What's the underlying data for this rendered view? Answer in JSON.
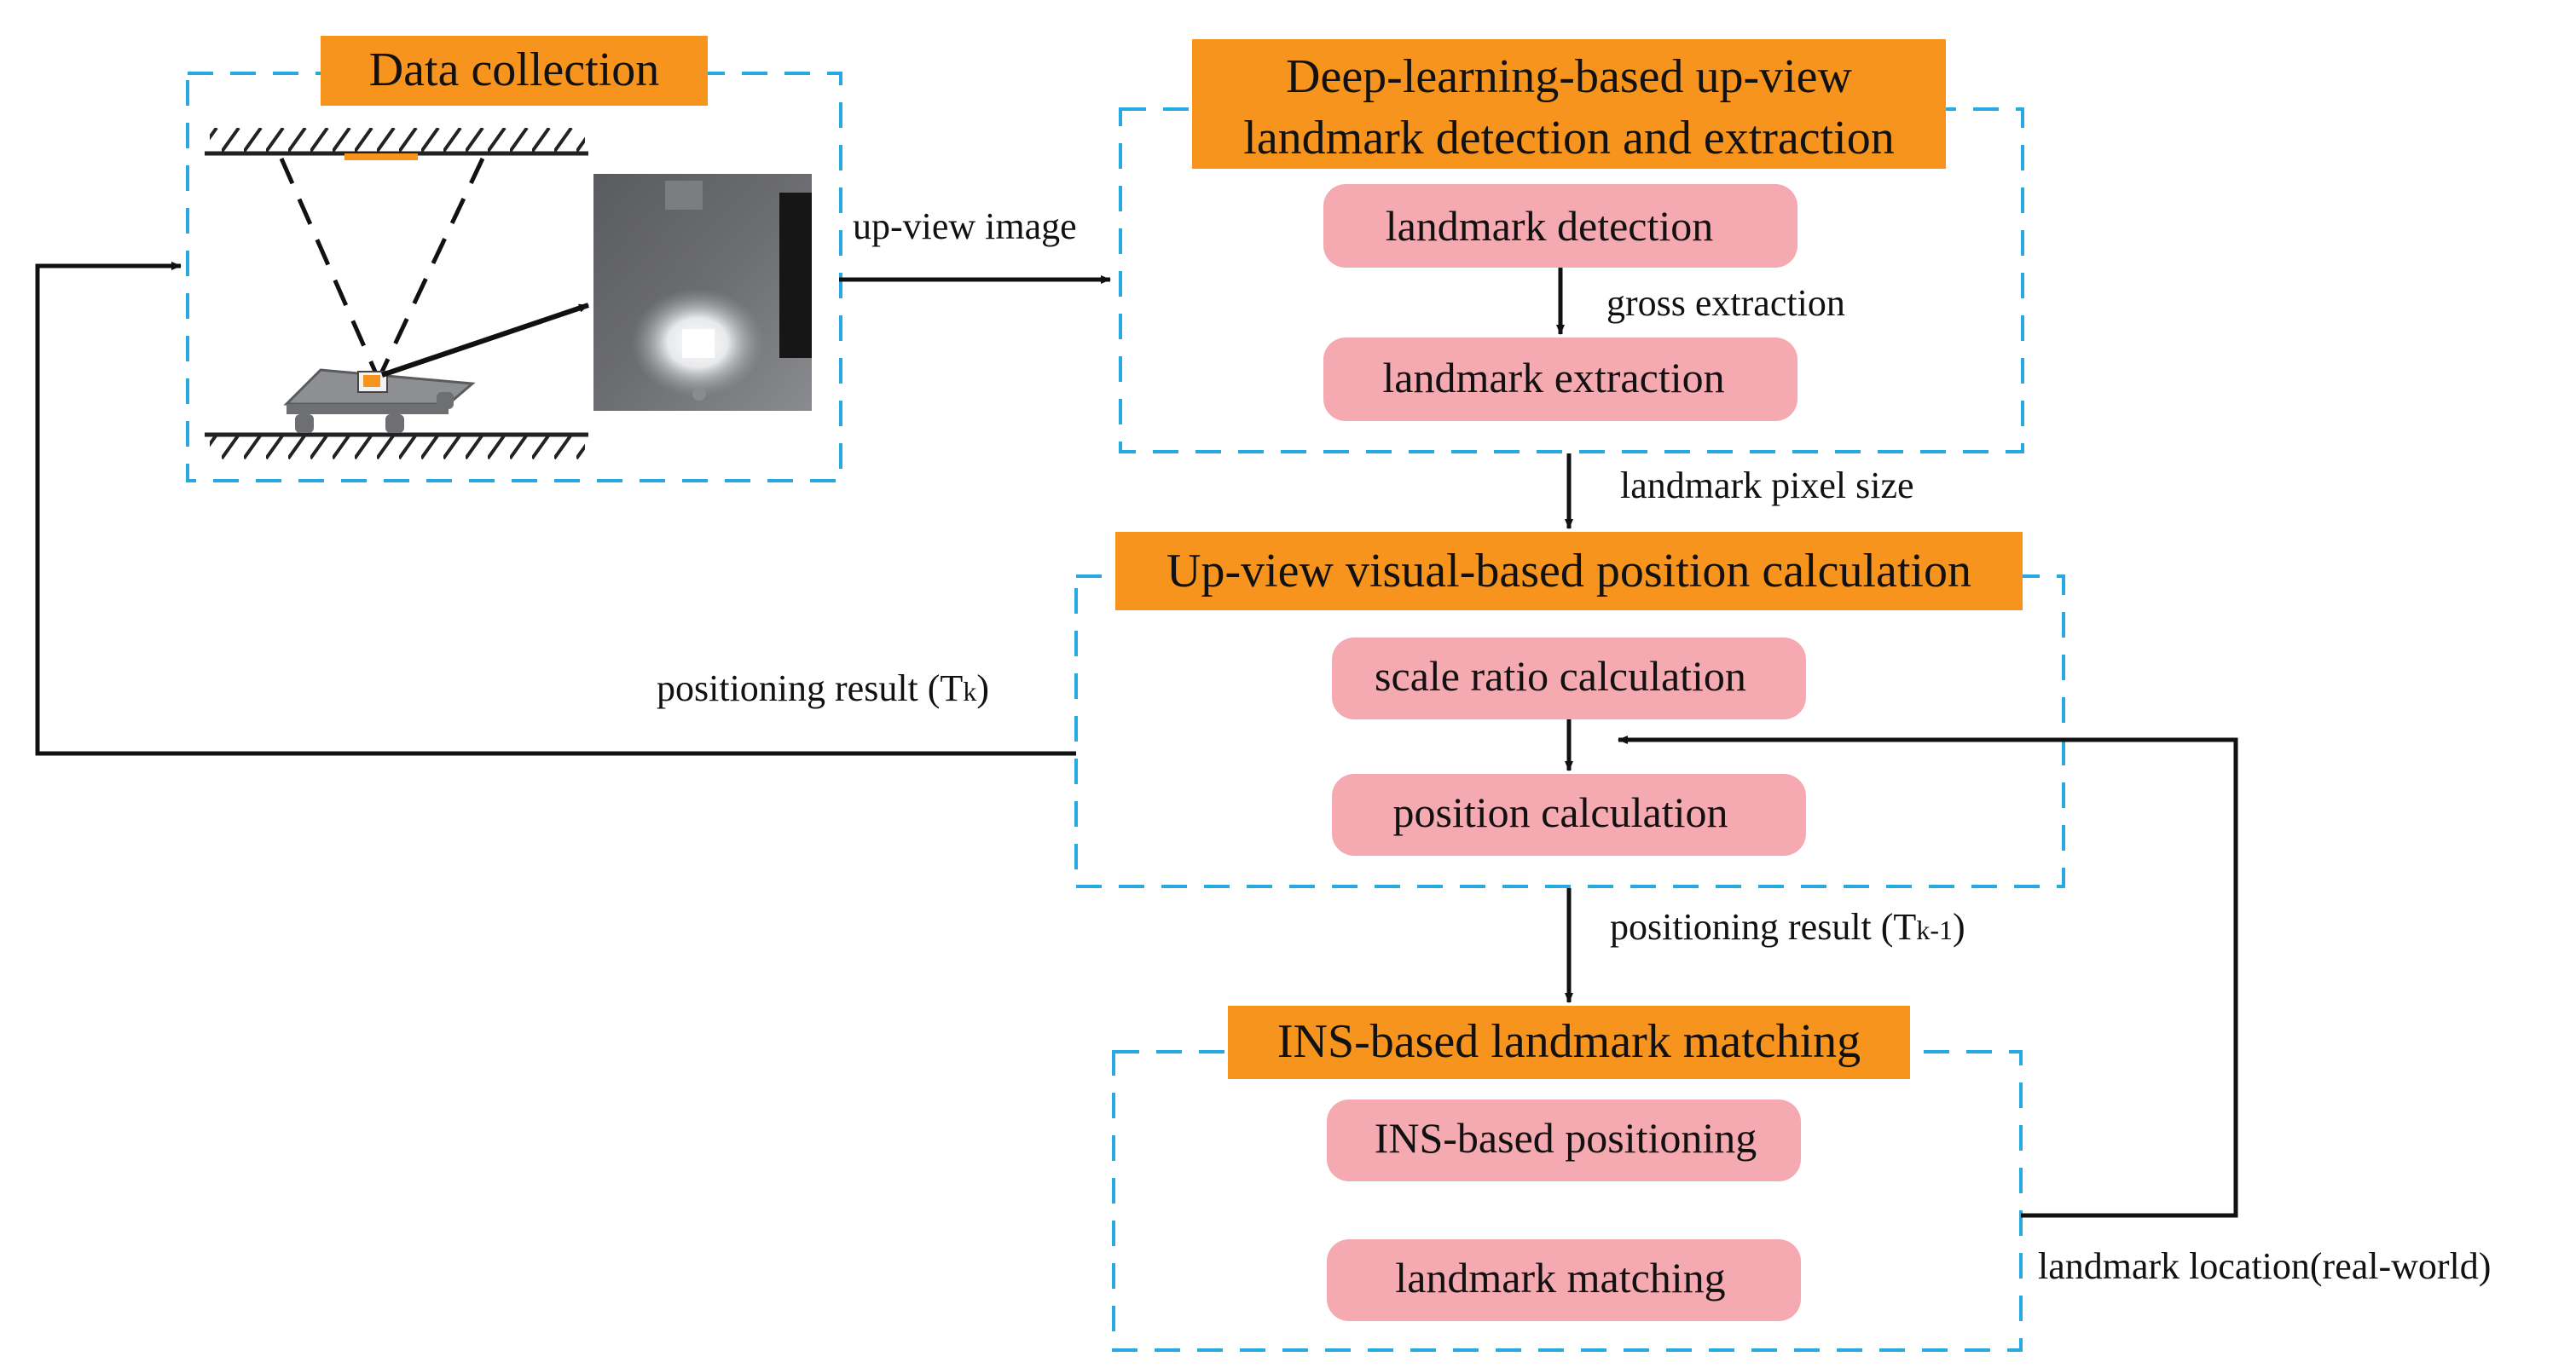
{
  "colors": {
    "dashed_border": "#29A9E1",
    "title_fill": "#F7941D",
    "step_fill": "#F5A9B0",
    "arrow": "#111111",
    "hatch": "#222222",
    "ceiling_light": "#F7941D"
  },
  "sections": {
    "data_collection": {
      "title": "Data collection",
      "illustration_icons": [
        "ceiling-hatch-icon",
        "floor-hatch-icon",
        "robot-cart-icon",
        "camera-view-cone-icon",
        "up-view-photo-icon"
      ]
    },
    "detection": {
      "title_line1": "Deep-learning-based up-view",
      "title_line2": "landmark detection and extraction",
      "step1": "landmark detection",
      "step2": "landmark extraction",
      "inner_label": "gross extraction"
    },
    "position": {
      "title": "Up-view visual-based position calculation",
      "step1": "scale ratio calculation",
      "step2": "position calculation"
    },
    "matching": {
      "title": "INS-based landmark matching",
      "step1": "INS-based positioning",
      "step2": "landmark matching"
    }
  },
  "edges": {
    "upview_image": "up-view image",
    "pixel_size": "landmark pixel size",
    "result_tk": {
      "text": "positioning result (T",
      "sub": "k",
      "close": ")"
    },
    "result_tk1": {
      "text": "positioning result (T",
      "sub": "k-1",
      "close": ")"
    },
    "landmark_location": "landmark location(real-world)"
  }
}
